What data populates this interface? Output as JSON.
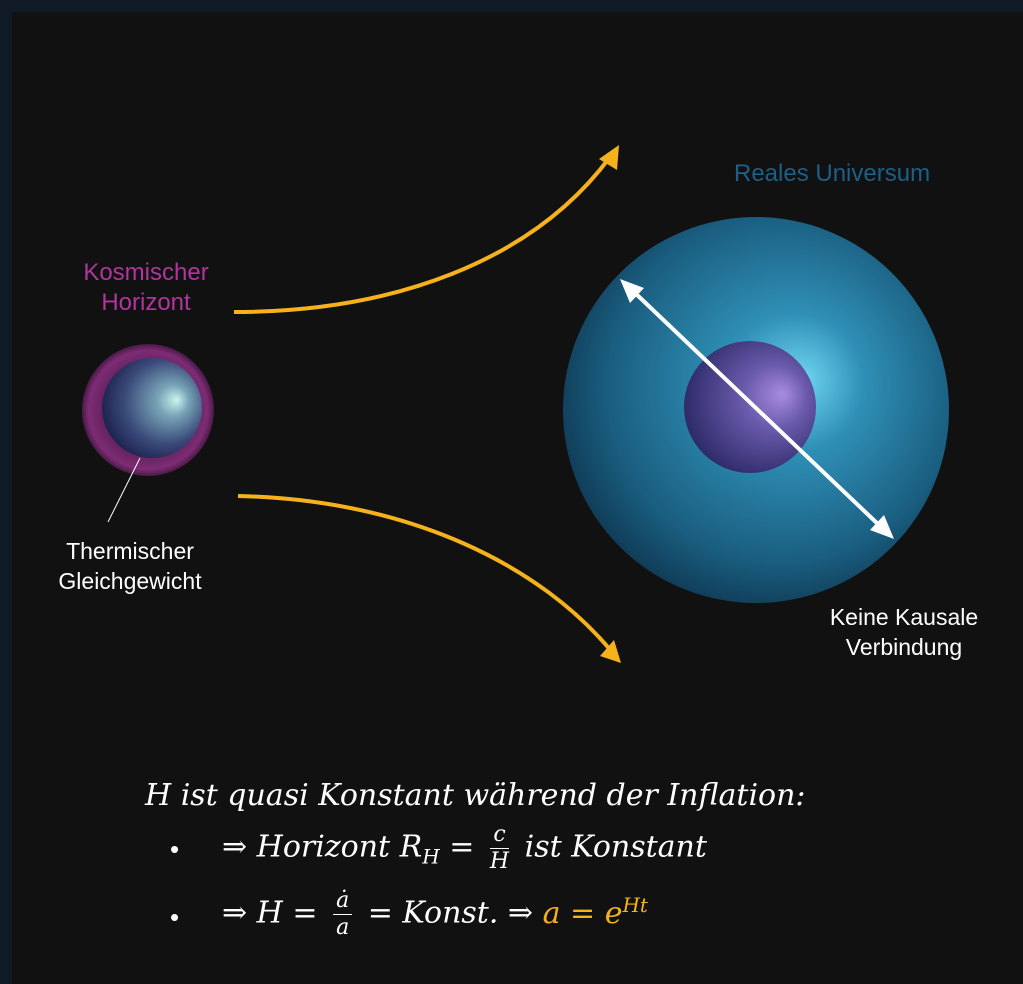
{
  "labels": {
    "real_universe": "Reales Universum",
    "cosmic_horizon_line1": "Kosmischer",
    "cosmic_horizon_line2": "Horizont",
    "thermal_line1": "Thermischer",
    "thermal_line2": "Gleichgewicht",
    "causal_line1": "Keine Kausale",
    "causal_line2": "Verbindung"
  },
  "equations": {
    "headline": "H ist quasi Konstant während der Inflation:",
    "bullet_symbol": "•",
    "line1_prefix": "⇒ Horizont R",
    "line1_sub": "H",
    "line1_eq": "=",
    "line1_num": "c",
    "line1_den": "H",
    "line1_suffix": "ist Konstant",
    "line2_prefix": "⇒ H =",
    "line2_num": "ȧ",
    "line2_den": "a",
    "line2_mid": "= Konst. ⇒",
    "line2_result": "a = e",
    "line2_sup": "Ht"
  },
  "colors": {
    "background": "#111111",
    "frame": "#0f1a26",
    "arrow_gold": "#f6b21a",
    "horizon_magenta": "#b0359e",
    "universe_teal": "#1d5f86",
    "text_white": "#ffffff"
  }
}
